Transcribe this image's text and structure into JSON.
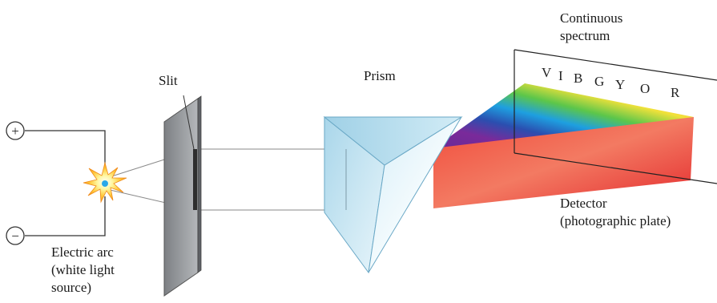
{
  "labels": {
    "continuous_spectrum_line1": "Continuous",
    "continuous_spectrum_line2": "spectrum",
    "prism": "Prism",
    "slit": "Slit",
    "detector_line1": "Detector",
    "detector_line2": "(photographic plate)",
    "source_line1": "Electric arc",
    "source_line2": "(white light",
    "source_line3": "source)",
    "plus_terminal": "+",
    "minus_terminal": "−"
  },
  "spectrum_letters": [
    "V",
    "I",
    "B",
    "G",
    "Y",
    "O",
    "R"
  ],
  "colors": {
    "violet": "#7a2a9a",
    "indigo": "#2a4fb0",
    "blue": "#1e9fe0",
    "green": "#5cc64a",
    "yellow": "#f2e23a",
    "orange": "#f59a2a",
    "red": "#e8282a",
    "prism_glass": "#bfe3f2",
    "plate": "#8f9296"
  }
}
